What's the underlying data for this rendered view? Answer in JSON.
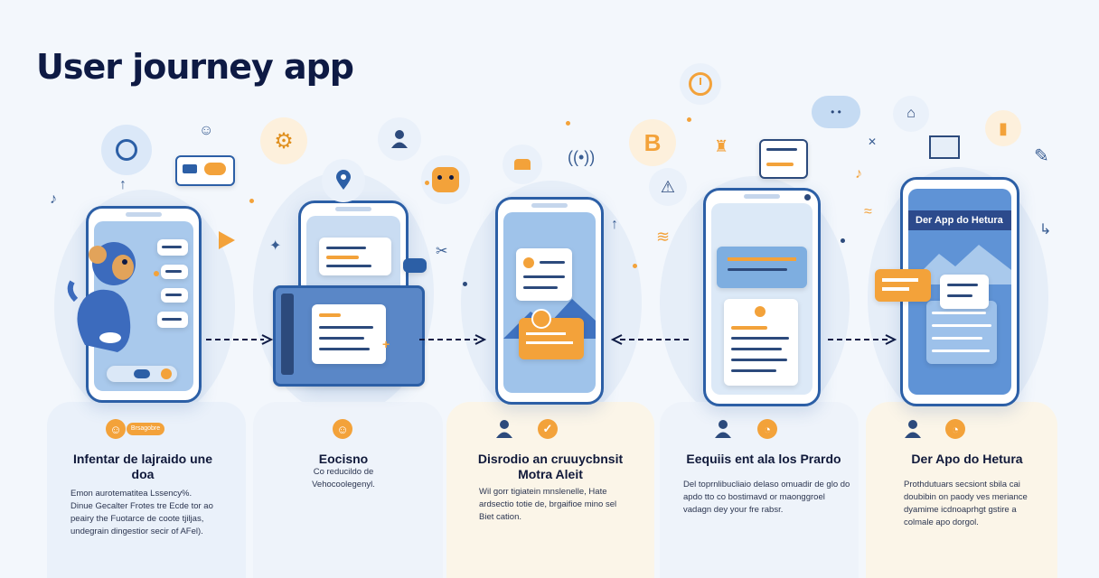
{
  "title": "User journey app",
  "colors": {
    "accent": "#f3a23a",
    "primary": "#2c5fa6",
    "dark": "#0e1a44",
    "screen": "#8fbbe6"
  },
  "steps": [
    {
      "title": "Infentar de lajraido une doa",
      "badge": "Brsagobre",
      "desc": [
        "Emon aurotematitea Lssency%.",
        "Dinue Gecalter Frotes tre Ecde tor ao",
        "peairy the Fuotarce de coote tjiljas,",
        "undegrain dingestior secir of AFel)."
      ]
    },
    {
      "title": "Eocisno",
      "desc": [
        "Co reducildo de",
        "Vehocoolegenyl."
      ]
    },
    {
      "title": "Disrodio an cruuycbnsit Motra Aleit",
      "desc": [
        "Wil gorr tigiatein mnslenelle, Hate",
        "ardsectio totie de, brgaifioe mino sel",
        "Biet cation."
      ]
    },
    {
      "title": "Eequiis ent ala los Prardo",
      "desc": [
        "Del toprnlibucliaio delaso omuadir de glo do",
        "apdo tto co bostimavd or maonggroel",
        "vadagn dey your fre rabsr."
      ]
    },
    {
      "title": "Der Apo do Hetura",
      "desc": [
        "Prothdutuars secsiont sbila cai",
        "doubibin on paody ves meriance",
        "dyamime icdnoaprhgt gstire a",
        "colmale apo dorgol."
      ]
    }
  ],
  "screen_headers": {
    "phone5": "Der App do Hetura"
  },
  "icons": [
    "location-pin-icon",
    "gear-icon",
    "user-icon",
    "robot-icon",
    "clock-icon",
    "b-badge-icon",
    "envelope-icon",
    "music-note-icon",
    "check-icon",
    "wifi-icon",
    "bulb-icon"
  ]
}
